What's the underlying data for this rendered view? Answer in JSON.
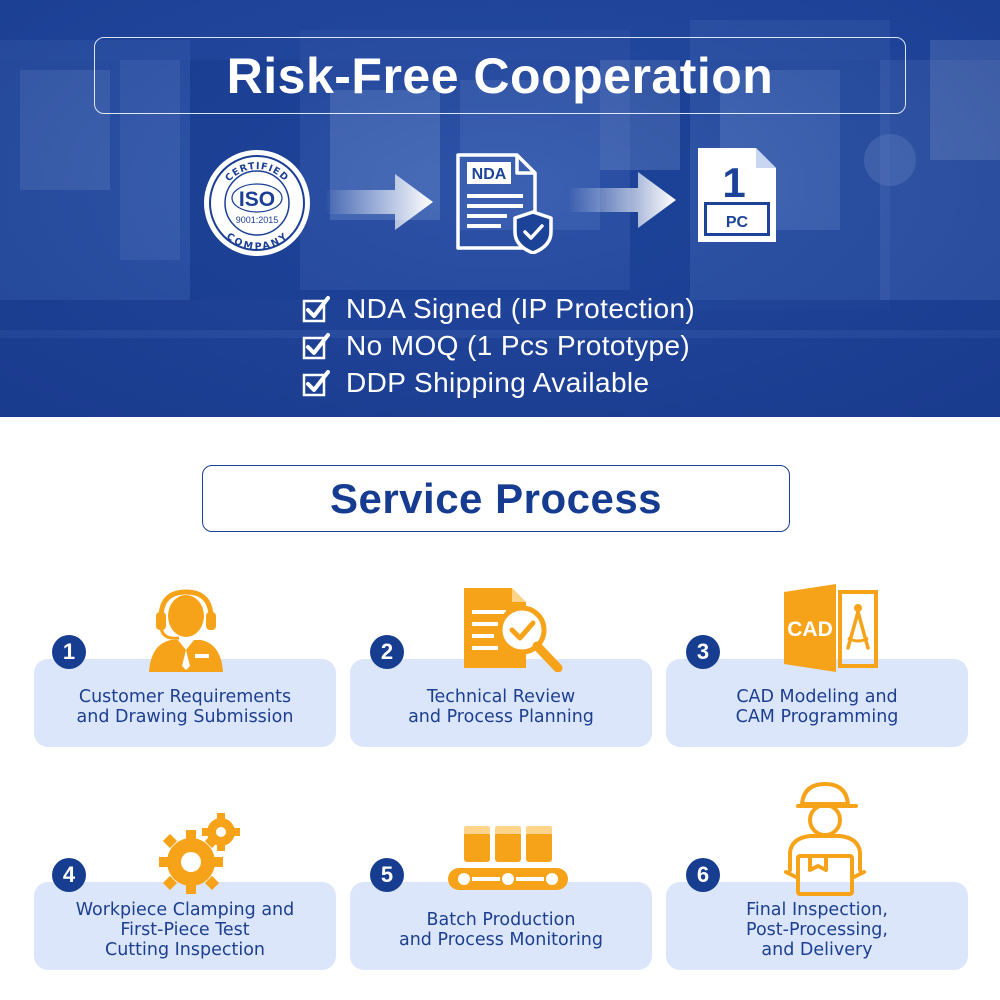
{
  "banner": {
    "title": "Risk-Free Cooperation",
    "iso_badge": {
      "top_text": "CERTIFIED",
      "mark": "ISO",
      "standard": "9001:2015",
      "bottom_text": "COMPANY"
    },
    "nda_label": "NDA",
    "pc_doc": {
      "number": "1",
      "unit": "PC"
    },
    "checklist": [
      "NDA Signed (IP Protection)",
      "No MOQ (1 Pcs Prototype)",
      "DDP Shipping Available"
    ]
  },
  "service": {
    "title": "Service Process",
    "cad_label": "CAD",
    "steps": [
      {
        "number": "1",
        "label": "Customer Requirements\nand Drawing Submission",
        "icon": "customer-service-headset-icon"
      },
      {
        "number": "2",
        "label": "Technical Review\nand Process Planning",
        "icon": "document-review-magnifier-icon"
      },
      {
        "number": "3",
        "label": "CAD Modeling and\nCAM Programming",
        "icon": "cad-drafting-icon"
      },
      {
        "number": "4",
        "label": "Workpiece Clamping and\nFirst-Piece Test\nCutting Inspection",
        "icon": "gears-icon"
      },
      {
        "number": "5",
        "label": "Batch Production\nand Process Monitoring",
        "icon": "conveyor-belt-icon"
      },
      {
        "number": "6",
        "label": "Final Inspection,\nPost-Processing,\nand Delivery",
        "icon": "delivery-worker-icon"
      }
    ]
  },
  "colors": {
    "brand_blue": "#163c91",
    "accent_orange": "#f7a31a",
    "card_bg": "#dbe6fb"
  }
}
